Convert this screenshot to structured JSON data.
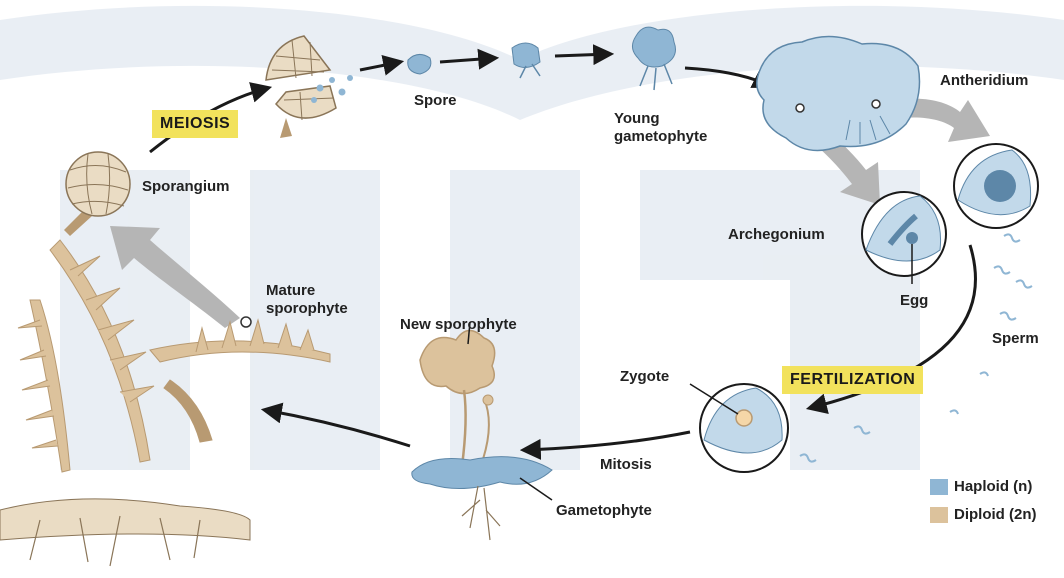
{
  "callouts": {
    "meiosis": "MEIOSIS",
    "fertilization": "FERTILIZATION"
  },
  "labels": {
    "spore": "Spore",
    "young_gametophyte_line1": "Young",
    "young_gametophyte_line2": "gametophyte",
    "antheridium": "Antheridium",
    "sporangium": "Sporangium",
    "archegonium": "Archegonium",
    "egg": "Egg",
    "sperm": "Sperm",
    "mature_sporophyte_line1": "Mature",
    "mature_sporophyte_line2": "sporophyte",
    "new_sporophyte": "New sporophyte",
    "zygote": "Zygote",
    "mitosis": "Mitosis",
    "gametophyte": "Gametophyte"
  },
  "legend": {
    "haploid": "Haploid (n)",
    "diploid": "Diploid (2n)"
  },
  "colors": {
    "haploid": "#8fb6d4",
    "haploid_light": "#c2d9ea",
    "diploid": "#dcc29c",
    "diploid_dark": "#b89a72",
    "callout_bg": "#f2e25c",
    "arrow": "#1a1a1a",
    "big_arrow": "#b5b5b5",
    "watermark": "#e4eaf1"
  },
  "icons": [
    "meiosis-arrow-icon",
    "fertilization-arrow-icon",
    "mitosis-arrow-icon"
  ]
}
